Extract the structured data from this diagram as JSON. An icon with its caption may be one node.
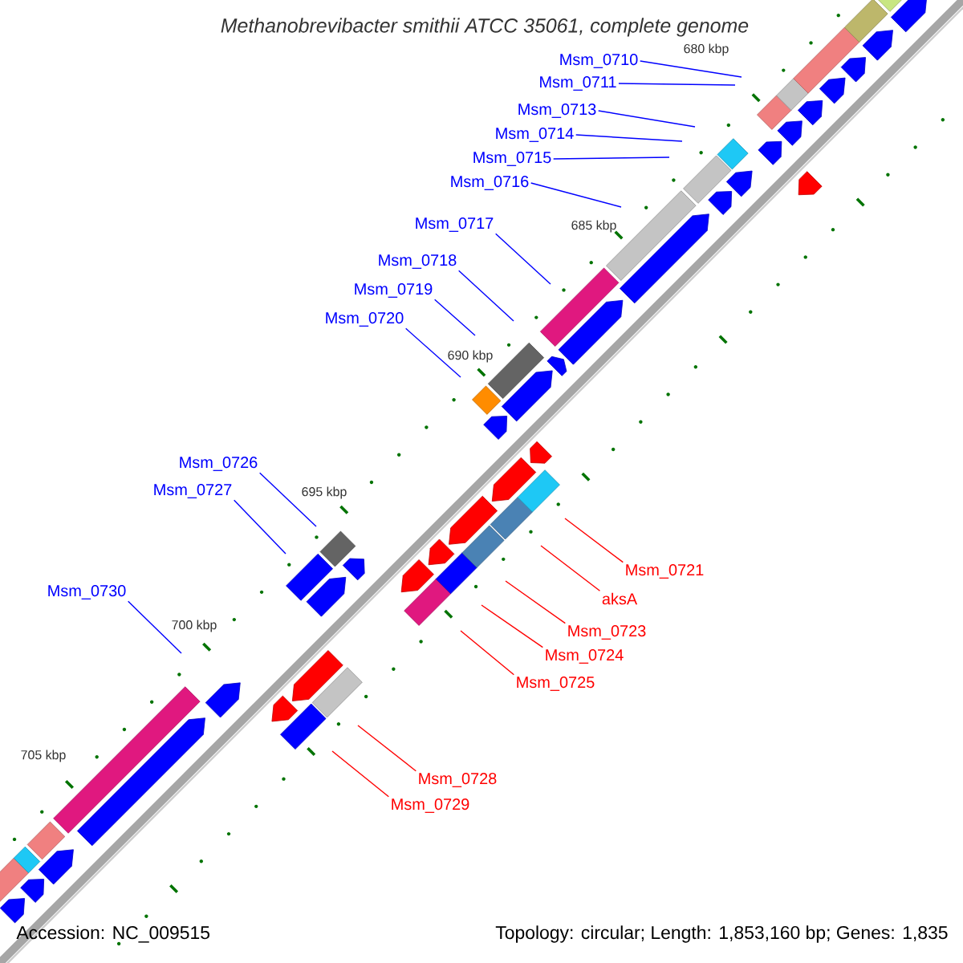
{
  "diagram": {
    "title": "Methanobrevibacter smithii ATCC 35061, complete genome",
    "nodes": [
      {
        "text": [
          "Msm_0710"
        ]
      },
      {
        "text": [
          "Msm_0711"
        ]
      },
      {
        "text": [
          "Msm_0713"
        ]
      },
      {
        "text": [
          "Msm_0714"
        ]
      },
      {
        "text": [
          "Msm_0715"
        ]
      },
      {
        "text": [
          "Msm_0716"
        ]
      },
      {
        "text": [
          "Msm_0717"
        ]
      },
      {
        "text": [
          "Msm_0718"
        ]
      },
      {
        "text": [
          "Msm_0719"
        ]
      },
      {
        "text": [
          "Msm_0720"
        ]
      },
      {
        "text": [
          "Msm_0726"
        ]
      },
      {
        "text": [
          "Msm_0727"
        ]
      },
      {
        "text": [
          "Msm_0721"
        ]
      },
      {
        "text": [
          "Msm_0730"
        ]
      },
      {
        "text": [
          "aksA"
        ]
      },
      {
        "text": [
          "Msm_0723"
        ]
      },
      {
        "text": [
          "Msm_0724"
        ]
      },
      {
        "text": [
          "Msm_0725"
        ]
      },
      {
        "text": [
          "Msm_0728"
        ]
      },
      {
        "text": [
          "Msm_0729"
        ]
      }
    ],
    "edges": [
      {
        "from": 0,
        "to": null,
        "arrow": "none"
      },
      {
        "from": 1,
        "to": null,
        "arrow": "none"
      },
      {
        "from": 2,
        "to": null,
        "arrow": "none"
      },
      {
        "from": 3,
        "to": null,
        "arrow": "none"
      },
      {
        "from": 4,
        "to": null,
        "arrow": "none"
      },
      {
        "from": 5,
        "to": null,
        "arrow": "none"
      },
      {
        "from": 6,
        "to": null,
        "arrow": "none"
      },
      {
        "from": 7,
        "to": null,
        "arrow": "none"
      },
      {
        "from": 8,
        "to": null,
        "arrow": "none"
      },
      {
        "from": 9,
        "to": null,
        "arrow": "none"
      },
      {
        "from": 10,
        "to": null,
        "arrow": "none"
      },
      {
        "from": 11,
        "to": null,
        "arrow": "none"
      },
      {
        "from": 12,
        "to": null,
        "arrow": "none",
        "color": "#ff0000"
      },
      {
        "from": 13,
        "to": null,
        "arrow": "none"
      },
      {
        "from": 14,
        "to": null,
        "arrow": "none",
        "color": "#ff0000"
      },
      {
        "from": 15,
        "to": null,
        "arrow": "none",
        "color": "#ff0000"
      },
      {
        "from": 16,
        "to": null,
        "arrow": "none",
        "color": "#ff0000"
      },
      {
        "from": 17,
        "to": null,
        "arrow": "none",
        "color": "#ff0000"
      },
      {
        "from": 18,
        "to": null,
        "arrow": "none",
        "color": "#ff0000"
      },
      {
        "from": 19,
        "to": null,
        "arrow": "none",
        "color": "#ff0000"
      }
    ],
    "labels": [
      "680 kbp",
      "685 kbp",
      "690 kbp",
      "695 kbp",
      "700 kbp",
      "705 kbp",
      "Accession: NC_009515",
      "Topology: circular; Length: 1,853,160 bp; Genes: 1,835"
    ]
  }
}
